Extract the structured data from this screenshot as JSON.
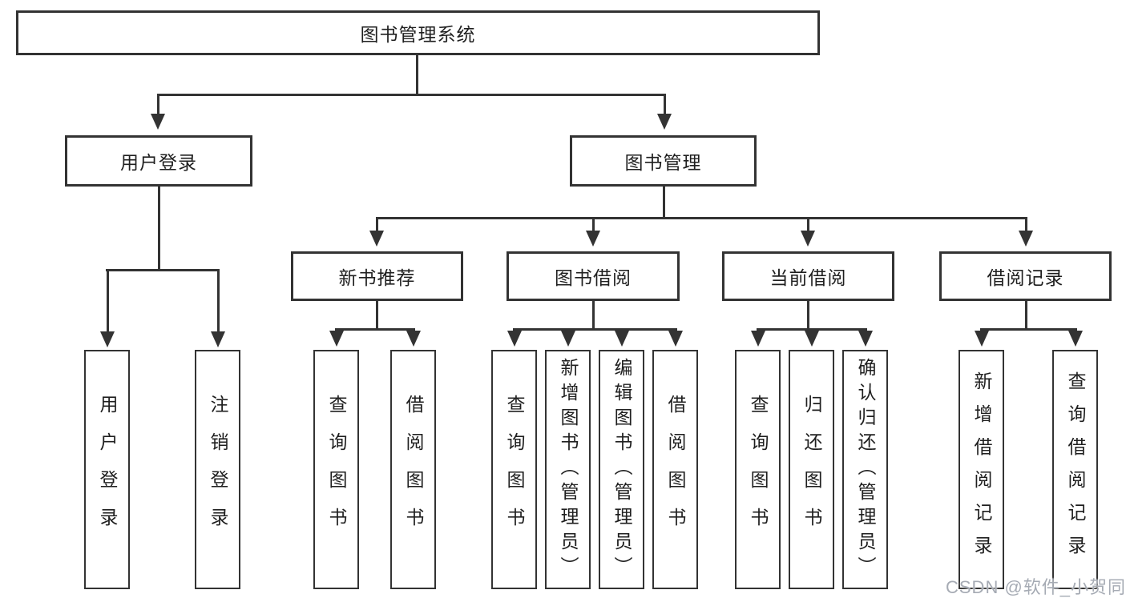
{
  "diagram": {
    "root": {
      "label": "图书管理系统"
    },
    "level2": {
      "user_login": {
        "label": "用户登录"
      },
      "book_mgmt": {
        "label": "图书管理"
      }
    },
    "level3": {
      "new_books": {
        "label": "新书推荐"
      },
      "book_borrow": {
        "label": "图书借阅"
      },
      "current_borrow": {
        "label": "当前借阅"
      },
      "borrow_records": {
        "label": "借阅记录"
      }
    },
    "leaves": {
      "user_login": "用户登录",
      "user_logout": "注销登录",
      "newbook_query": "查询图书",
      "newbook_borrow": "借阅图书",
      "borrow_query": "查询图书",
      "borrow_add": "新增图书（管理员）",
      "borrow_edit": "编辑图书（管理员）",
      "borrow_do": "借阅图书",
      "current_query": "查询图书",
      "current_return": "归还图书",
      "current_confirm": "确认归还（管理员）",
      "record_add": "新增借阅记录",
      "record_query": "查询借阅记录"
    },
    "tree": {
      "图书管理系统": {
        "用户登录": [
          "用户登录",
          "注销登录"
        ],
        "图书管理": {
          "新书推荐": [
            "查询图书",
            "借阅图书"
          ],
          "图书借阅": [
            "查询图书",
            "新增图书（管理员）",
            "编辑图书（管理员）",
            "借阅图书"
          ],
          "当前借阅": [
            "查询图书",
            "归还图书",
            "确认归还（管理员）"
          ],
          "借阅记录": [
            "新增借阅记录",
            "查询借阅记录"
          ]
        }
      }
    },
    "colors": {
      "line": "#333333",
      "text": "#1f1f1f",
      "background": "#ffffff",
      "watermark": "#a6abb4"
    }
  },
  "watermark": {
    "text": "CSDN @软件_小贺同学"
  }
}
